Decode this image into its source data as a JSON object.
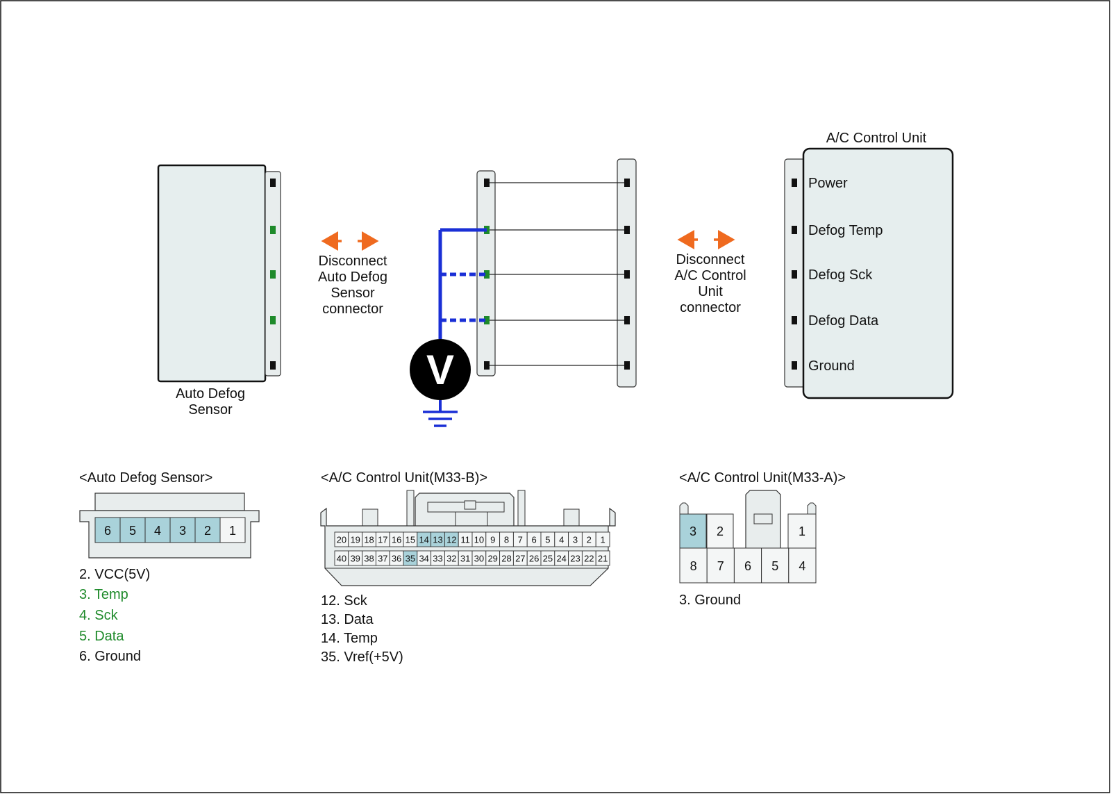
{
  "colors": {
    "component_fill": "#e6eeee",
    "connector_fill": "#e8eded",
    "highlight_fill": "#a9d2da",
    "probe_wire": "#1a2fd6",
    "arrow": "#ef6a1f",
    "green_pin": "#1e8a2a",
    "black_pin": "#111111",
    "green_text": "#1e8a2a"
  },
  "sensor": {
    "label_line1": "Auto Defog",
    "label_line2": "Sensor",
    "pins": [
      {
        "color": "black"
      },
      {
        "color": "green"
      },
      {
        "color": "green"
      },
      {
        "color": "green"
      },
      {
        "color": "black"
      }
    ]
  },
  "disconnect_left": {
    "lines": [
      "Disconnect",
      "Auto Defog",
      "Sensor",
      "connector"
    ]
  },
  "disconnect_right": {
    "lines": [
      "Disconnect",
      "A/C Control",
      "Unit",
      "connector"
    ]
  },
  "voltmeter": {
    "symbol": "V"
  },
  "acu": {
    "title": "A/C Control Unit",
    "pins": [
      "Power",
      "Defog Temp",
      "Defog Sck",
      "Defog Data",
      "Ground"
    ]
  },
  "sensor_connector": {
    "title": "<Auto Defog Sensor>",
    "pins": [
      {
        "num": "6",
        "highlight": true
      },
      {
        "num": "5",
        "highlight": true
      },
      {
        "num": "4",
        "highlight": true
      },
      {
        "num": "3",
        "highlight": true
      },
      {
        "num": "2",
        "highlight": true
      },
      {
        "num": "1",
        "highlight": false
      }
    ],
    "legend": [
      {
        "text": "2. VCC(5V)",
        "green": false
      },
      {
        "text": "3. Temp",
        "green": true
      },
      {
        "text": "4. Sck",
        "green": true
      },
      {
        "text": "5. Data",
        "green": true
      },
      {
        "text": "6. Ground",
        "green": false
      }
    ]
  },
  "m33b": {
    "title": "<A/C Control Unit(M33-B)>",
    "row_top": [
      "20",
      "19",
      "18",
      "17",
      "16",
      "15",
      "14",
      "13",
      "12",
      "11",
      "10",
      "9",
      "8",
      "7",
      "6",
      "5",
      "4",
      "3",
      "2",
      "1"
    ],
    "row_bottom": [
      "40",
      "39",
      "38",
      "37",
      "36",
      "35",
      "34",
      "33",
      "32",
      "31",
      "30",
      "29",
      "28",
      "27",
      "26",
      "25",
      "24",
      "23",
      "22",
      "21"
    ],
    "highlighted": [
      "14",
      "13",
      "12",
      "35"
    ],
    "legend": [
      "12. Sck",
      "13. Data",
      "14. Temp",
      "35. Vref(+5V)"
    ]
  },
  "m33a": {
    "title": "<A/C Control Unit(M33-A)>",
    "pins_top": [
      {
        "num": "3",
        "highlight": true
      },
      {
        "num": "2",
        "highlight": false
      },
      {
        "num": "1",
        "highlight": false
      }
    ],
    "pins_bottom": [
      {
        "num": "8",
        "highlight": false
      },
      {
        "num": "7",
        "highlight": false
      },
      {
        "num": "6",
        "highlight": false
      },
      {
        "num": "5",
        "highlight": false
      },
      {
        "num": "4",
        "highlight": false
      }
    ],
    "legend": [
      "3. Ground"
    ]
  }
}
